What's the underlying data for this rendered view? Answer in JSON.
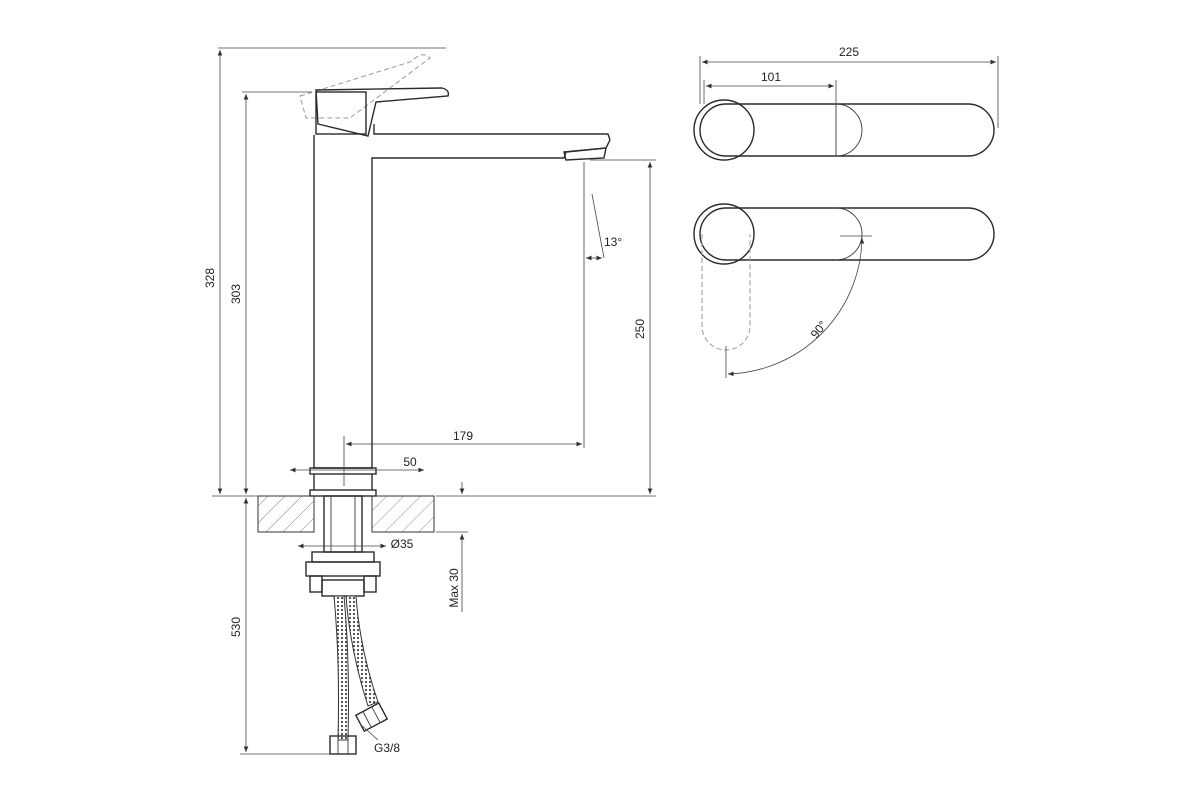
{
  "dimensions": {
    "total_height": "328",
    "body_height": "303",
    "spout_height": "250",
    "spout_reach": "179",
    "body_width": "50",
    "spout_angle": "13°",
    "hole_diameter": "Ø35",
    "max_counter": "Max 30",
    "hose_length": "530",
    "thread": "G3/8",
    "top_width": "225",
    "handle_length": "101",
    "rotation": "90°"
  },
  "colors": {
    "line": "#2b2b2b",
    "ghost": "#9a9a9a",
    "background": "#ffffff"
  }
}
